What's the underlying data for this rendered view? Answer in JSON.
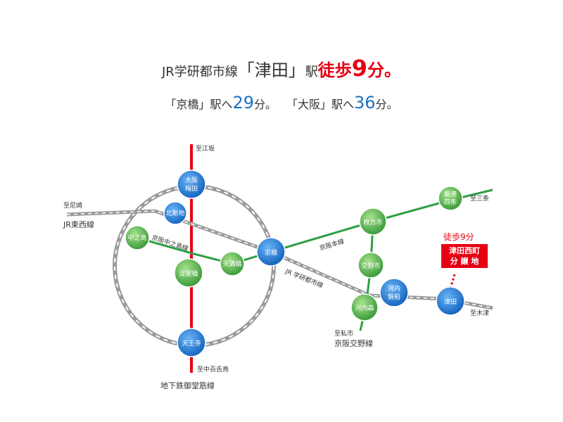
{
  "headline": {
    "line1_prefix": "JR学研都市線",
    "line1_station": "「津田」",
    "line1_eki": "駅",
    "line1_walk": "徒歩",
    "line1_num": "9",
    "line1_suffix": "分。",
    "line2_a_station": "「京橋」駅へ",
    "line2_a_num": "29",
    "line2_a_unit": "分。",
    "line2_b_station": "「大阪」駅へ",
    "line2_b_num": "36",
    "line2_b_unit": "分。"
  },
  "stations": {
    "osaka_umeda": "大阪\n梅田",
    "kitashinchi": "北新地",
    "nakanoshima": "中之島",
    "yodoyabashi": "淀屋橋",
    "temmabashi": "天満橋",
    "kyobashi": "京橋",
    "tennoji": "天王寺",
    "hirakatashi": "枚方市",
    "katano_shi": "交野市",
    "kawachi_iwafune": "河内\n磐船",
    "kawachimori": "河内森",
    "tsuda": "津田",
    "nishi_shimo": "新港\n四条"
  },
  "labels": {
    "to_esaka": "至江坂",
    "to_amagasaki": "至尼崎",
    "jr_tozai": "JR東西線",
    "keihan_nakanoshima": "京阪中之島線",
    "keihan_main": "京阪本線",
    "jr_gakken": "JR 学研都市線",
    "to_sanjo": "至三条",
    "to_kisaichi": "至私市",
    "keihan_katano": "京阪交野線",
    "to_kizu": "至木津",
    "to_nakamozu": "至中百舌鳥",
    "midosuji": "地下鉄御堂筋線"
  },
  "destination": {
    "walk": "徒歩9分",
    "name": "津田西町",
    "type": "分 譲 地"
  },
  "colors": {
    "red_line": "#e60012",
    "green_line": "#2ea043",
    "blue_station": "#1a73c6",
    "green_station": "#4fb848",
    "gray_line": "#9a9a9a"
  }
}
